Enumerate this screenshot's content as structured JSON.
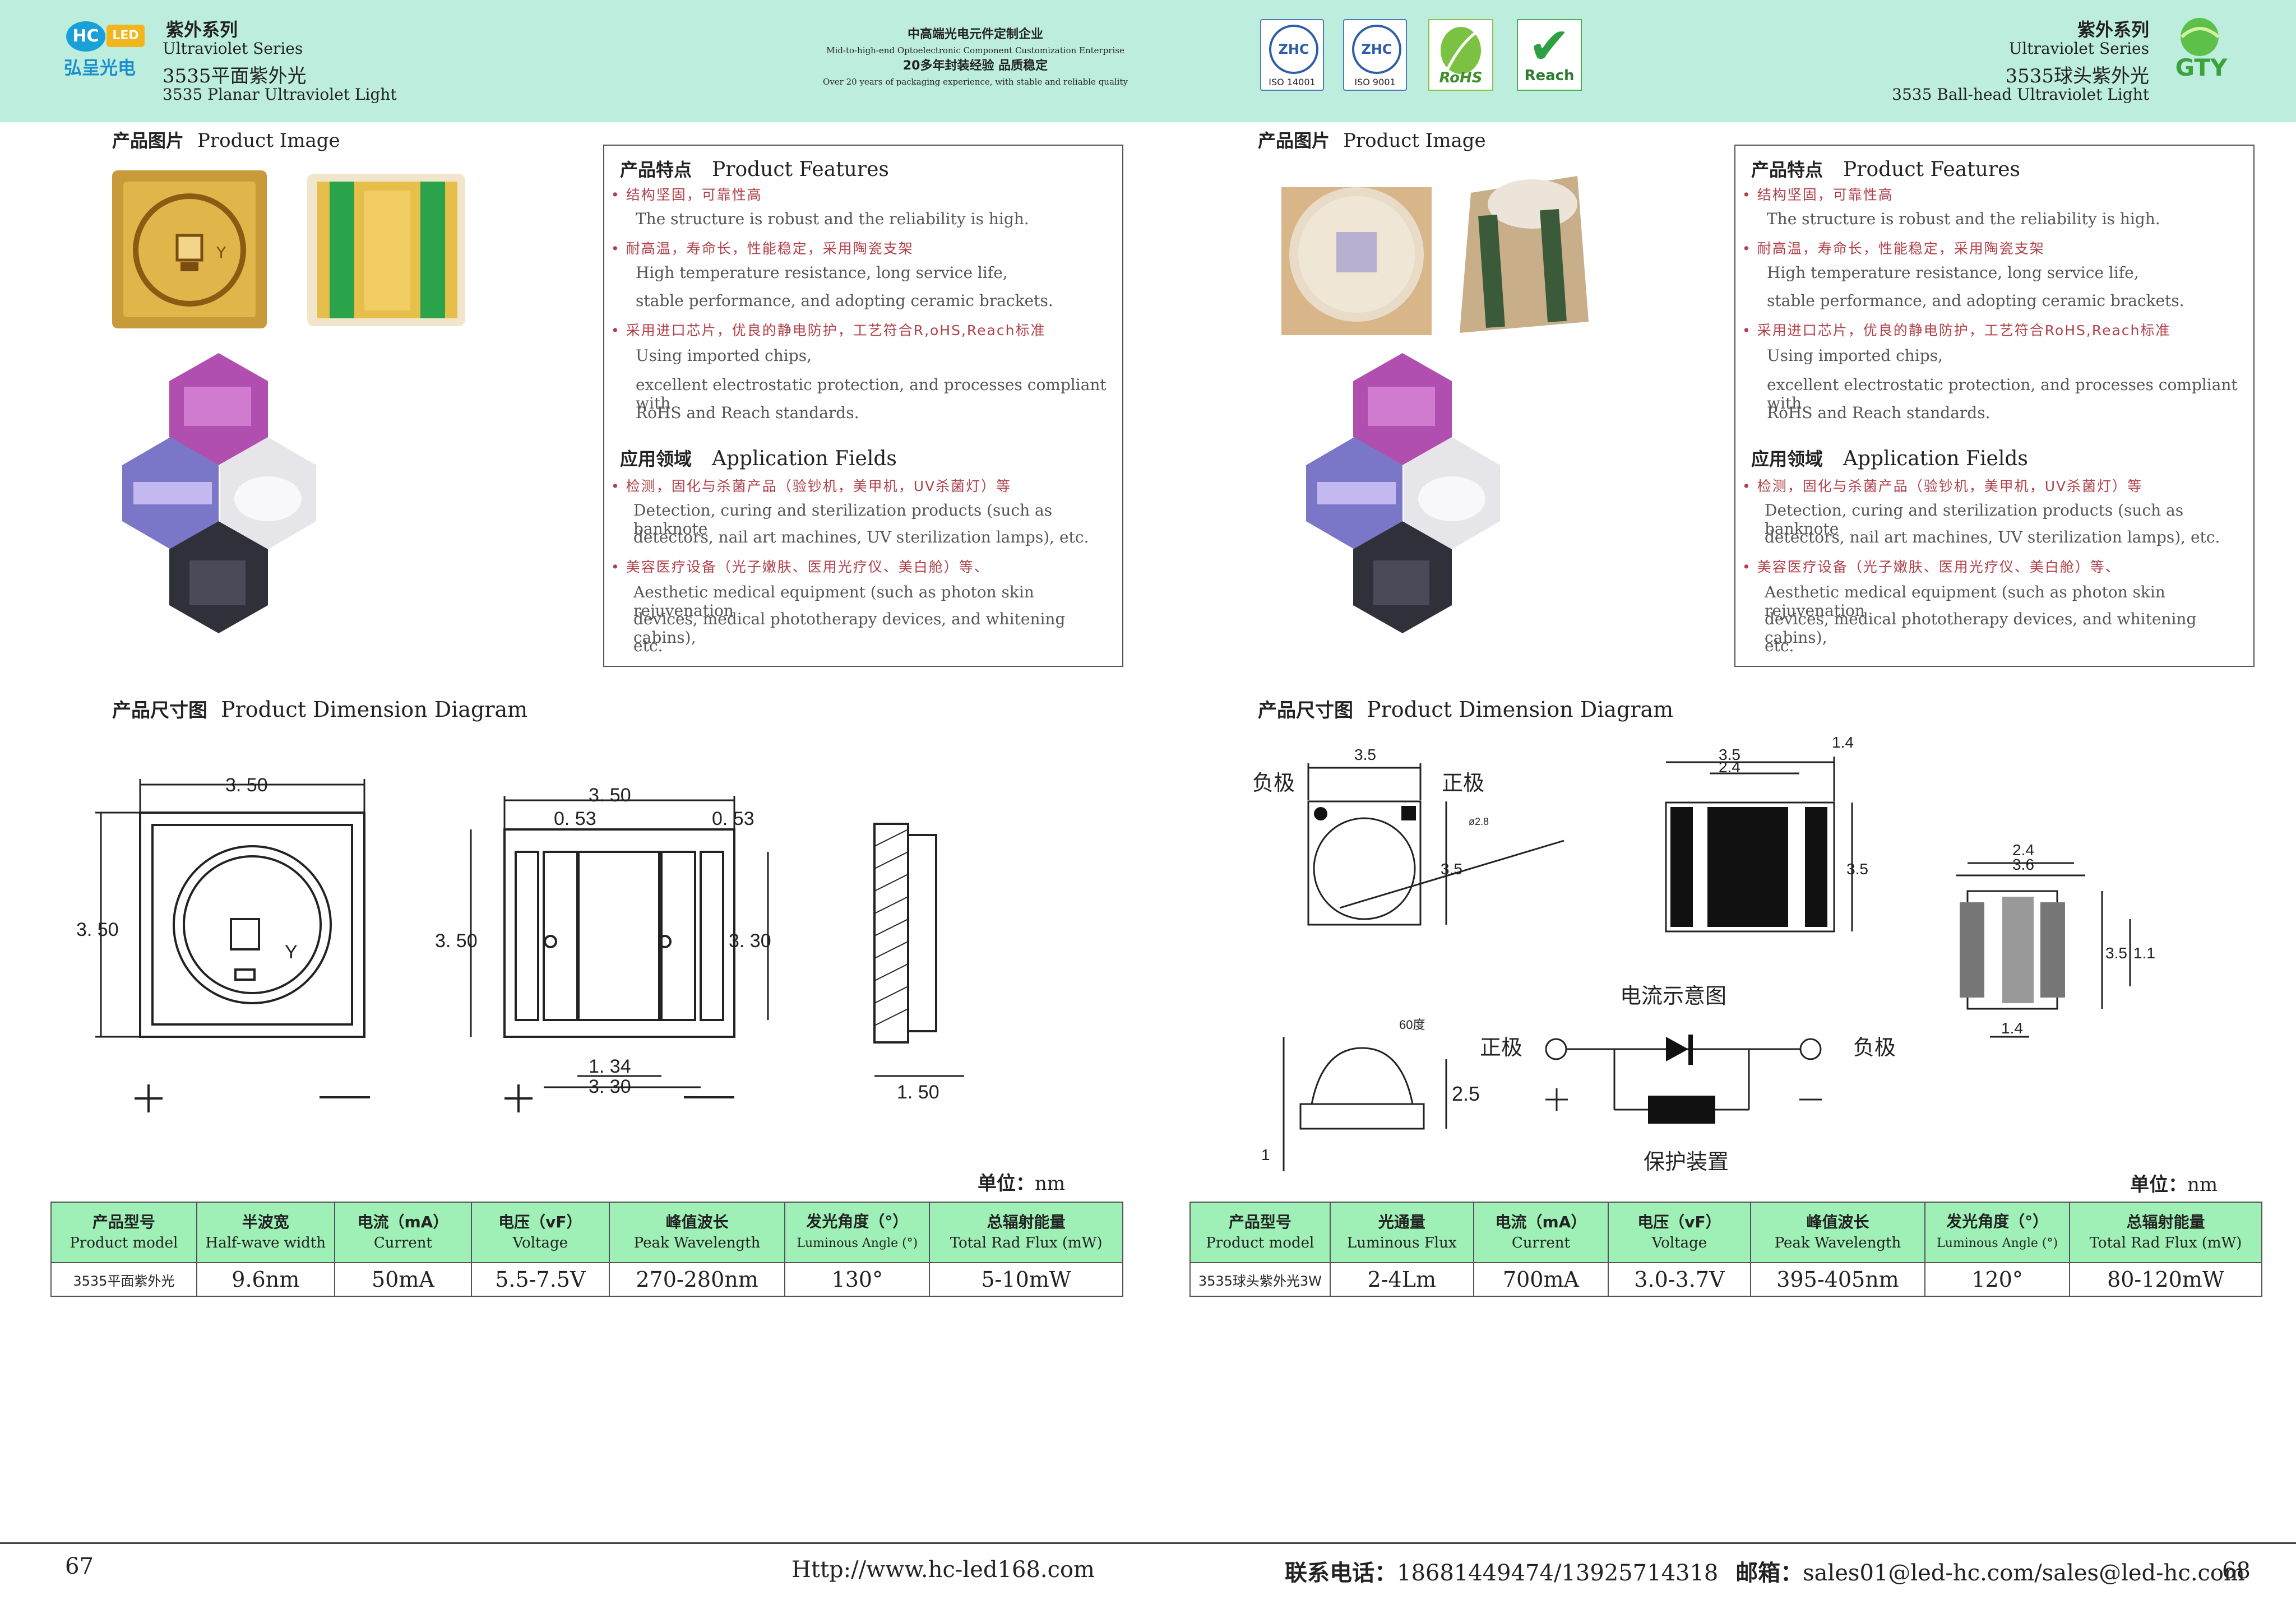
{
  "header": {
    "left_logo_text": "HC",
    "left_logo_sub": "LED",
    "left_logo_cn": "弘呈光电",
    "left": {
      "series_cn": "紫外系列",
      "series_en": "Ultraviolet  Series",
      "title_cn": "3535平面紫外光",
      "title_en": "3535 Planar Ultraviolet Light"
    },
    "center": {
      "line1": "中高端光电元件定制企业",
      "line2": "Mid-to-high-end Optoelectronic Component Customization Enterprise",
      "line3": "20多年封装经验 品质稳定",
      "line4": "Over 20 years of packaging experience, with stable and reliable quality"
    },
    "certs": [
      {
        "mark": "ZHC",
        "label": "ISO 14001"
      },
      {
        "mark": "ZHC",
        "label": "ISO 9001"
      },
      {
        "mark": "RoHS",
        "label": ""
      },
      {
        "mark": "✔",
        "label": "Reach"
      }
    ],
    "right": {
      "series_cn": "紫外系列",
      "series_en": "Ultraviolet  Series",
      "title_cn": "3535球头紫外光",
      "title_en": "3535 Ball-head Ultraviolet Light"
    },
    "right_logo_text": "GTY"
  },
  "left_page": {
    "image_title_cn": "产品图片",
    "image_title_en": "Product Image",
    "features_title_cn": "产品特点",
    "features_title_en": "Product Features",
    "features": [
      {
        "cn": "• 结构坚固，可靠性高",
        "en": [
          "The structure is robust and the reliability is high."
        ]
      },
      {
        "cn": "• 耐高温，寿命长，性能稳定，采用陶瓷支架",
        "en": [
          "High temperature resistance, long service life,",
          "stable performance, and adopting ceramic brackets."
        ]
      },
      {
        "cn": "• 采用进口芯片，优良的静电防护，工艺符合R,oHS,Reach标准",
        "en": [
          "Using imported chips,",
          "excellent electrostatic protection, and processes compliant with",
          "RoHS and Reach standards."
        ]
      }
    ],
    "app_title_cn": "应用领域",
    "app_title_en": "Application Fields",
    "apps": [
      {
        "cn": "• 检测，固化与杀菌产品（验钞机，美甲机，UV杀菌灯）等",
        "en": [
          "Detection, curing and sterilization products  (such as banknote",
          "detectors, nail art machines, UV sterilization lamps), etc."
        ]
      },
      {
        "cn": "• 美容医疗设备（光子嫩肤、医用光疗仪、美白舱）等、",
        "en": [
          "Aesthetic medical equipment (such as photon skin rejuvenation",
          "devices, medical phototherapy devices, and whitening cabins),",
          "etc."
        ]
      }
    ],
    "dim_title_cn": "产品尺寸图",
    "dim_title_en": "Product Dimension Diagram",
    "dims": {
      "w": "3. 50",
      "h": "3. 50",
      "pad": "0. 53",
      "pad2": "0. 53",
      "inner_h": "3. 30",
      "gap": "1. 34",
      "inner_w": "3. 30",
      "thick": "1. 50",
      "plus": "+",
      "minus": "—",
      "mark_y": "Y"
    },
    "unit_cn": "单位：",
    "unit_en": "nm",
    "table": {
      "headers": [
        {
          "cn": "产品型号",
          "en": "Product model"
        },
        {
          "cn": "半波宽",
          "en": "Half-wave width"
        },
        {
          "cn": "电流（mA）",
          "en": "Current"
        },
        {
          "cn": "电压（vF）",
          "en": "Voltage"
        },
        {
          "cn": "峰值波长",
          "en": "Peak Wavelength"
        },
        {
          "cn": "发光角度（°）",
          "en": "Luminous Angle (°)"
        },
        {
          "cn": "总辐射能量",
          "en": "Total Rad Flux (mW)"
        }
      ],
      "row": [
        "3535平面紫外光",
        "9.6nm",
        "50mA",
        "5.5-7.5V",
        "270-280nm",
        "130°",
        "5-10mW"
      ]
    },
    "page_number": "67"
  },
  "right_page": {
    "image_title_cn": "产品图片",
    "image_title_en": "Product Image",
    "features_title_cn": "产品特点",
    "features_title_en": "Product Features",
    "features": [
      {
        "cn": "• 结构坚固，可靠性高",
        "en": [
          "The structure is robust and the reliability is high."
        ]
      },
      {
        "cn": "• 耐高温，寿命长，性能稳定，采用陶瓷支架",
        "en": [
          "High temperature resistance, long service life,",
          "stable performance, and adopting ceramic brackets."
        ]
      },
      {
        "cn": "• 采用进口芯片，优良的静电防护，工艺符合RoHS,Reach标准",
        "en": [
          "Using imported chips,",
          "excellent electrostatic protection, and processes compliant with",
          "RoHS and Reach standards."
        ]
      }
    ],
    "app_title_cn": "应用领域",
    "app_title_en": "Application Fields",
    "apps": [
      {
        "cn": "• 检测，固化与杀菌产品（验钞机，美甲机，UV杀菌灯）等",
        "en": [
          "Detection, curing and sterilization products  (such as banknote",
          "detectors, nail art machines, UV sterilization lamps), etc."
        ]
      },
      {
        "cn": "• 美容医疗设备（光子嫩肤、医用光疗仪、美白舱）等、",
        "en": [
          "Aesthetic medical equipment (such as photon skin rejuvenation",
          "devices, medical phototherapy devices, and whitening cabins),",
          "etc."
        ]
      }
    ],
    "dim_title_cn": "产品尺寸图",
    "dim_title_en": "Product Dimension Diagram",
    "dims": {
      "neg": "负极",
      "pos": "正极",
      "w": "3.5",
      "h": "3.5",
      "dia": "ø2.8",
      "side_w1": "3.5",
      "side_w2": "2.4",
      "side_r": "1.4",
      "side_h": "3.5",
      "bot_w1": "2.4",
      "bot_w2": "3.6",
      "bot_h1": "3.5",
      "bot_h2": "1.1",
      "bot_p": "1.4",
      "angle": "60度",
      "height": "2.5",
      "base": "1",
      "circuit_title": "电流示意图",
      "circuit_pos": "正极",
      "circuit_neg": "负极",
      "protect": "保护装置",
      "plus": "+",
      "minus": "—"
    },
    "unit_cn": "单位：",
    "unit_en": "nm",
    "table": {
      "headers": [
        {
          "cn": "产品型号",
          "en": "Product model"
        },
        {
          "cn": "光通量",
          "en": "Luminous Flux"
        },
        {
          "cn": "电流（mA）",
          "en": "Current"
        },
        {
          "cn": "电压（vF）",
          "en": "Voltage"
        },
        {
          "cn": "峰值波长",
          "en": "Peak Wavelength"
        },
        {
          "cn": "发光角度（°）",
          "en": "Luminous Angle (°)"
        },
        {
          "cn": "总辐射能量",
          "en": "Total Rad Flux (mW)"
        }
      ],
      "row": [
        "3535球头紫外光3W",
        "2-4Lm",
        "700mA",
        "3.0-3.7V",
        "395-405nm",
        "120°",
        "80-120mW"
      ]
    },
    "page_number": "68"
  },
  "footer": {
    "website": "Http://www.hc-led168.com",
    "phone_label": "联系电话：",
    "phone": "18681449474/13925714318",
    "email_label": "邮箱：",
    "email": "sales01@led-hc.com/sales@led-hc.com"
  },
  "colors": {
    "header_bg": "#bdeedd",
    "table_header_bg": "#9ef0b6",
    "cn_feature_text": "#b0404a"
  }
}
